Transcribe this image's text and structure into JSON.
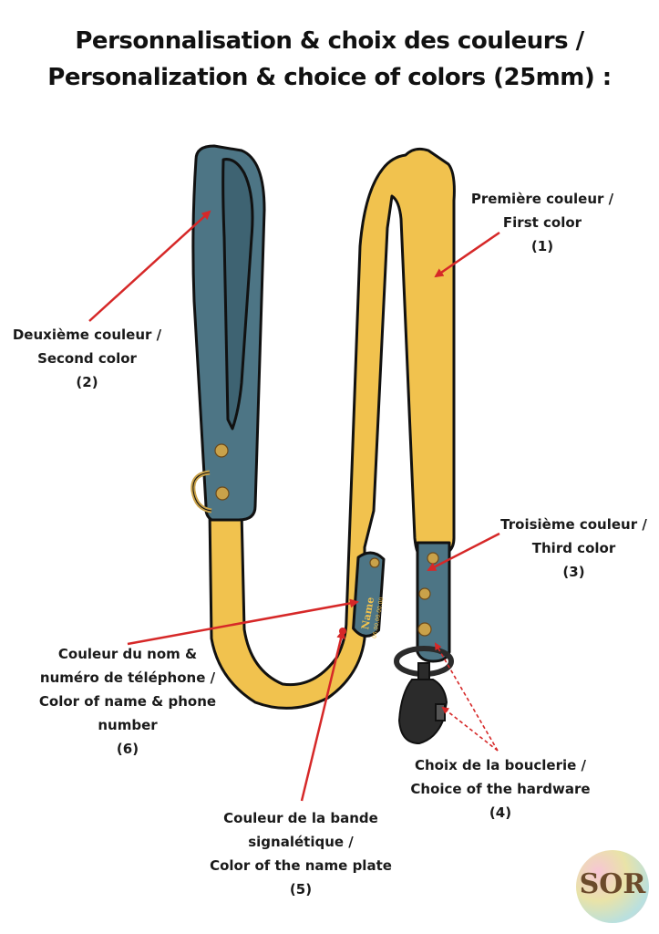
{
  "title": {
    "line1": "Personnalisation & choix des couleurs /",
    "line2": "Personalization & choice of colors (25mm) :"
  },
  "colors": {
    "color1_yellow": "#F1C24E",
    "color2_blue": "#4D7585",
    "color3_blue": "#4D7585",
    "hardware_gold": "#C9A24A",
    "snap_hook": "#2b2b2b",
    "arrow_red": "#D62828",
    "outline": "#111111"
  },
  "labels": {
    "first_color": {
      "line1": "Première couleur /",
      "line2": "First color",
      "number": "(1)"
    },
    "second_color": {
      "line1": "Deuxième couleur /",
      "line2": "Second color",
      "number": "(2)"
    },
    "third_color": {
      "line1": "Troisième couleur  /",
      "line2": "Third color",
      "number": "(3)"
    },
    "hardware": {
      "line1": "Choix de la bouclerie /",
      "line2": "Choice of the hardware",
      "number": "(4)"
    },
    "name_plate": {
      "line1": "Couleur de la bande",
      "line2": "signalétique /",
      "line3": "Color of the name plate",
      "number": "(5)"
    },
    "name_color": {
      "line1": "Couleur du nom &",
      "line2": "numéro de téléphone /",
      "line3": "Color of name & phone",
      "line4": "number",
      "number": "(6)"
    }
  },
  "plate": {
    "name": "Name",
    "phone": "06.00.00.00.00"
  },
  "logo": {
    "text": "SOR"
  },
  "icons": [
    "leash-illustration",
    "d-ring-icon",
    "snap-hook-icon",
    "rivet-icon"
  ]
}
